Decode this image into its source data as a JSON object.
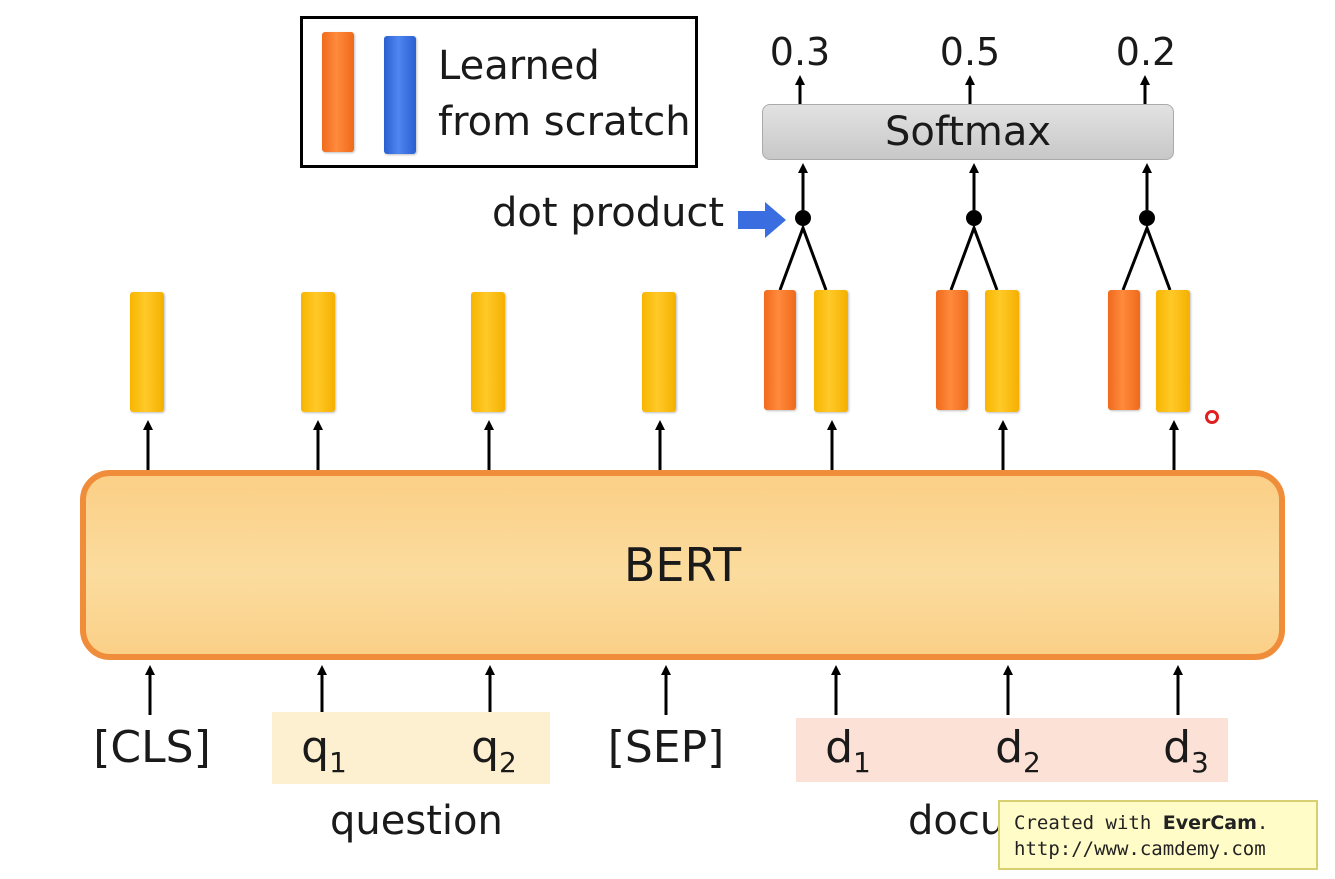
{
  "legend": {
    "text_line1": "Learned",
    "text_line2": "from scratch",
    "colors": [
      "#f57a2a",
      "#3a6ee0"
    ]
  },
  "softmax": {
    "label": "Softmax",
    "outputs": [
      "0.3",
      "0.5",
      "0.2"
    ]
  },
  "dot_product": {
    "label": "dot product"
  },
  "bert": {
    "label": "BERT"
  },
  "tokens": {
    "cls": "[CLS]",
    "q1": "q",
    "q1_sub": "1",
    "q2": "q",
    "q2_sub": "2",
    "sep": "[SEP]",
    "d1": "d",
    "d1_sub": "1",
    "d2": "d",
    "d2_sub": "2",
    "d3": "d",
    "d3_sub": "3"
  },
  "groups": {
    "question": "question",
    "document": "docu"
  },
  "watermark": {
    "prefix": "Created with ",
    "brand": "EverCam",
    "suffix": ".",
    "url": "http://www.camdemy.com"
  },
  "colors": {
    "bert_fill": "#fbd592",
    "bert_border": "#f08d3a",
    "output_yellow": "#ffc21a",
    "start_orange": "#f57a2a",
    "end_blue": "#3a6ee0",
    "question_highlight": "#fdf0d0",
    "document_highlight": "#fbe1d6",
    "pointer_arrow": "#3a6ee0"
  }
}
